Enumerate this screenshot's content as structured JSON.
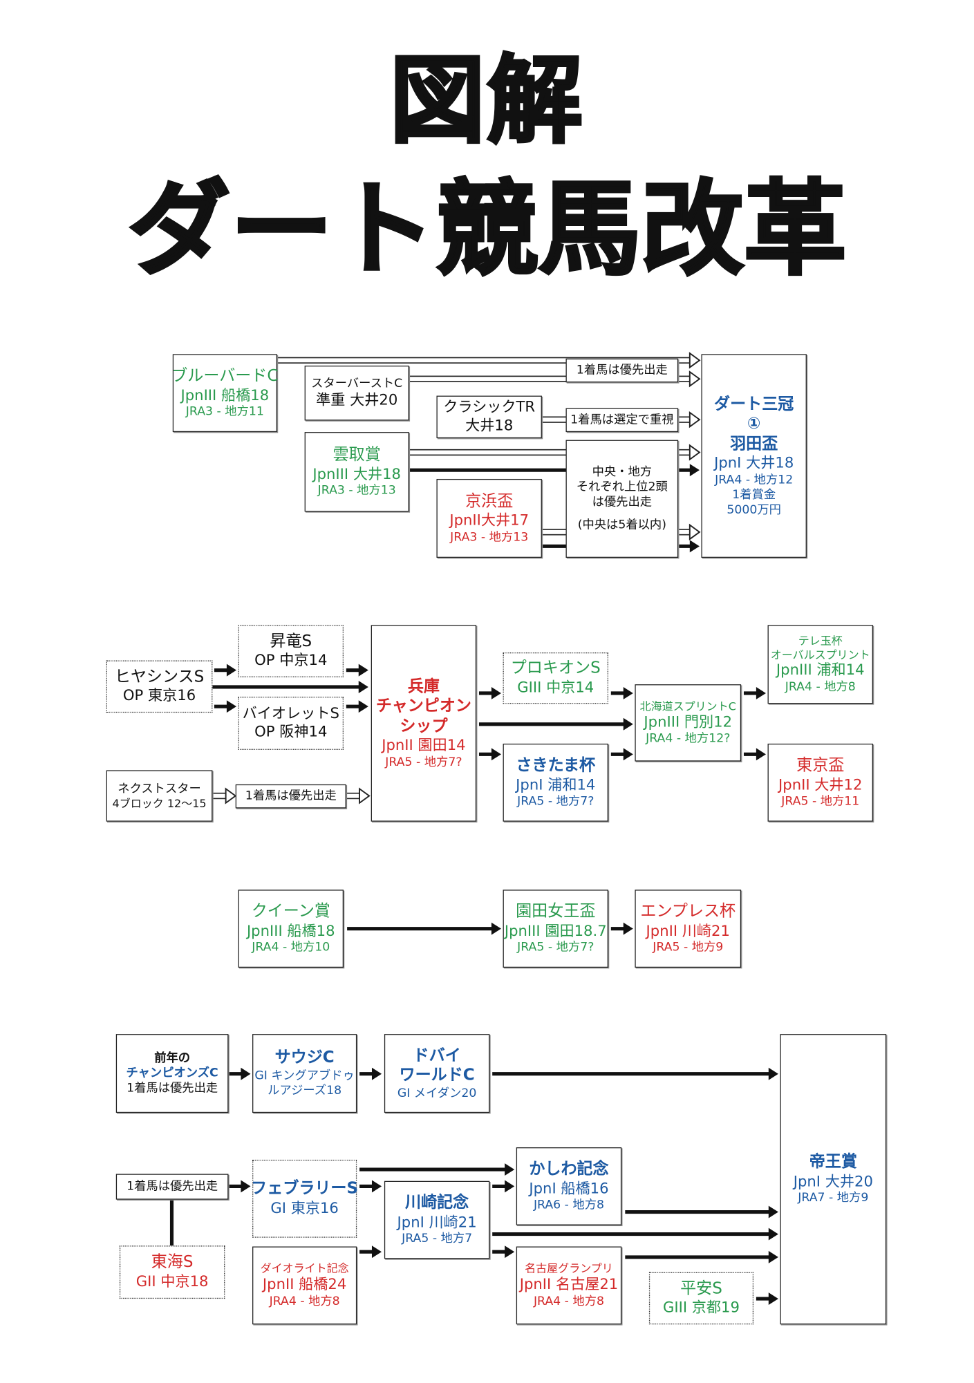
{
  "title": {
    "line1": "図解",
    "line2": "ダート競馬改革"
  },
  "colors": {
    "green": "#2a9a4e",
    "blue": "#1d5aa3",
    "red": "#d42a2a",
    "black": "#111111"
  },
  "boxes": [
    {
      "id": "bluebird",
      "name": "box-bluebird-cup",
      "lines": [
        {
          "text": "ブルーバードC",
          "color": "green"
        },
        {
          "text": "JpnIII  船橋18",
          "color": "green"
        },
        {
          "text": "JRA3 - 地方11",
          "color": "green"
        }
      ]
    },
    {
      "id": "starburst",
      "name": "box-starburst-cup",
      "lines": [
        {
          "text": "スターバーストC",
          "color": "black"
        },
        {
          "text": "準重 大井20",
          "color": "black"
        }
      ]
    },
    {
      "id": "classic",
      "name": "box-classic-trial",
      "lines": [
        {
          "text": "クラシックTR",
          "color": "black"
        },
        {
          "text": "大井18",
          "color": "black"
        }
      ]
    },
    {
      "id": "kumotori",
      "name": "box-kumotori-sho",
      "lines": [
        {
          "text": "雲取賞",
          "color": "green"
        },
        {
          "text": "JpnIII  大井18",
          "color": "green"
        },
        {
          "text": "JRA3 - 地方13",
          "color": "green"
        }
      ]
    },
    {
      "id": "keihin",
      "name": "box-keihin-hai",
      "lines": [
        {
          "text": "京浜盃",
          "color": "red"
        },
        {
          "text": "JpnII大井17",
          "color": "red"
        },
        {
          "text": "JRA3 - 地方13",
          "color": "red"
        }
      ]
    },
    {
      "id": "note1",
      "name": "note-priority-entry",
      "lines": [
        {
          "text": "1着馬は優先出走",
          "color": "black"
        }
      ]
    },
    {
      "id": "note2",
      "name": "note-selection-weighted",
      "lines": [
        {
          "text": "1着馬は選定で重視",
          "color": "black"
        }
      ]
    },
    {
      "id": "note3",
      "name": "note-top2-priority",
      "lines": [
        {
          "text": "中央・地方",
          "color": "black"
        },
        {
          "text": "それぞれ上位2頭",
          "color": "black"
        },
        {
          "text": "は優先出走",
          "color": "black"
        },
        {
          "text": "(中央は5着以内)",
          "color": "black"
        }
      ]
    },
    {
      "id": "haneda",
      "name": "box-dirt-triple-crown-haneda-hai",
      "lines": [
        {
          "text": "ダート三冠",
          "color": "blue"
        },
        {
          "text": "①",
          "color": "blue"
        },
        {
          "text": "羽田盃",
          "color": "blue"
        },
        {
          "text": "JpnI 大井18",
          "color": "blue"
        },
        {
          "text": "JRA4 - 地方12",
          "color": "blue"
        },
        {
          "text": "1着賞金",
          "color": "blue"
        },
        {
          "text": "5000万円",
          "color": "blue"
        }
      ]
    },
    {
      "id": "hyacinth",
      "name": "box-hyacinth-stakes",
      "lines": [
        {
          "text": "ヒヤシンスS",
          "color": "black"
        },
        {
          "text": "OP 東京16",
          "color": "black"
        }
      ]
    },
    {
      "id": "shoryu",
      "name": "box-shoryu-stakes",
      "lines": [
        {
          "text": "昇竜S",
          "color": "black"
        },
        {
          "text": "OP 中京14",
          "color": "black"
        }
      ]
    },
    {
      "id": "violet",
      "name": "box-violet-stakes",
      "lines": [
        {
          "text": "バイオレットS",
          "color": "black"
        },
        {
          "text": "OP 阪神14",
          "color": "black"
        }
      ]
    },
    {
      "id": "nextstar",
      "name": "box-next-star",
      "lines": [
        {
          "text": "ネクストスター",
          "color": "black"
        },
        {
          "text": "4ブロック 12〜15",
          "color": "black"
        }
      ]
    },
    {
      "id": "note4",
      "name": "note-priority-entry-2",
      "lines": [
        {
          "text": "1着馬は優先出走",
          "color": "black"
        }
      ]
    },
    {
      "id": "hyogo",
      "name": "box-hyogo-championship",
      "lines": [
        {
          "text": "兵庫",
          "color": "red"
        },
        {
          "text": "チャンピオン",
          "color": "red"
        },
        {
          "text": "シップ",
          "color": "red"
        },
        {
          "text": "JpnII 園田14",
          "color": "red"
        },
        {
          "text": "JRA5 - 地方7?",
          "color": "red"
        }
      ]
    },
    {
      "id": "procyon",
      "name": "box-procyon-stakes",
      "lines": [
        {
          "text": "プロキオンS",
          "color": "green"
        },
        {
          "text": "GIII 中京14",
          "color": "green"
        }
      ]
    },
    {
      "id": "sakitama",
      "name": "box-sakitama-hai",
      "lines": [
        {
          "text": "さきたま杯",
          "color": "blue"
        },
        {
          "text": "JpnI 浦和14",
          "color": "blue"
        },
        {
          "text": "JRA5 - 地方7?",
          "color": "blue"
        }
      ]
    },
    {
      "id": "hokkaido",
      "name": "box-hokkaido-sprint-cup",
      "lines": [
        {
          "text": "北海道スプリントC",
          "color": "green"
        },
        {
          "text": "JpnIII 門別12",
          "color": "green"
        },
        {
          "text": "JRA4 - 地方12?",
          "color": "green"
        }
      ]
    },
    {
      "id": "teletama",
      "name": "box-teletama-oval-sprint",
      "lines": [
        {
          "text": "テレ玉杯",
          "color": "green"
        },
        {
          "text": "オーバルスプリント",
          "color": "green"
        },
        {
          "text": "JpnIII 浦和14",
          "color": "green"
        },
        {
          "text": "JRA4 - 地方8",
          "color": "green"
        }
      ]
    },
    {
      "id": "tokyohai",
      "name": "box-tokyo-hai",
      "lines": [
        {
          "text": "東京盃",
          "color": "red"
        },
        {
          "text": "JpnII 大井12",
          "color": "red"
        },
        {
          "text": "JRA5 - 地方11",
          "color": "red"
        }
      ]
    },
    {
      "id": "queen",
      "name": "box-queen-sho",
      "lines": [
        {
          "text": "クイーン賞",
          "color": "green"
        },
        {
          "text": "JpnIII 船橋18",
          "color": "green"
        },
        {
          "text": "JRA4 - 地方10",
          "color": "green"
        }
      ]
    },
    {
      "id": "sonodajoou",
      "name": "box-sonoda-joou-hai",
      "lines": [
        {
          "text": "園田女王盃",
          "color": "green"
        },
        {
          "text": "JpnIII 園田18.7",
          "color": "green"
        },
        {
          "text": "JRA5 - 地方7?",
          "color": "green"
        }
      ]
    },
    {
      "id": "empress",
      "name": "box-empress-hai",
      "lines": [
        {
          "text": "エンプレス杯",
          "color": "red"
        },
        {
          "text": "JpnII 川崎21",
          "color": "red"
        },
        {
          "text": "JRA5 - 地方9",
          "color": "red"
        }
      ]
    },
    {
      "id": "champions",
      "name": "box-previous-champions-cup",
      "lines": [
        {
          "text": "前年の",
          "color": "black"
        },
        {
          "text": "チャンピオンズC",
          "color": "blue"
        },
        {
          "text": "1着馬は優先出走",
          "color": "black"
        }
      ]
    },
    {
      "id": "saudi",
      "name": "box-saudi-cup",
      "lines": [
        {
          "text": "サウジC",
          "color": "blue"
        },
        {
          "text": "GI キングアブドゥ",
          "color": "blue"
        },
        {
          "text": "ルアジーズ18",
          "color": "blue"
        }
      ]
    },
    {
      "id": "dubai",
      "name": "box-dubai-world-cup",
      "lines": [
        {
          "text": "ドバイ",
          "color": "blue"
        },
        {
          "text": "ワールドC",
          "color": "blue"
        },
        {
          "text": "GI メイダン20",
          "color": "blue"
        }
      ]
    },
    {
      "id": "teio",
      "name": "box-teio-sho",
      "lines": [
        {
          "text": "帝王賞",
          "color": "blue"
        },
        {
          "text": "JpnI 大井20",
          "color": "blue"
        },
        {
          "text": "JRA7 - 地方9",
          "color": "blue"
        }
      ]
    },
    {
      "id": "note5",
      "name": "note-priority-entry-3",
      "lines": [
        {
          "text": "1着馬は優先出走",
          "color": "black"
        }
      ]
    },
    {
      "id": "tokai",
      "name": "box-tokai-stakes",
      "lines": [
        {
          "text": "東海S",
          "color": "red"
        },
        {
          "text": "GII 中京18",
          "color": "red"
        }
      ]
    },
    {
      "id": "february",
      "name": "box-february-stakes",
      "lines": [
        {
          "text": "フェブラリーS",
          "color": "blue"
        },
        {
          "text": "GI 東京16",
          "color": "blue"
        }
      ]
    },
    {
      "id": "diolite",
      "name": "box-diolite-kinen",
      "lines": [
        {
          "text": "ダイオライト記念",
          "color": "red"
        },
        {
          "text": "JpnII 船橋24",
          "color": "red"
        },
        {
          "text": "JRA4 - 地方8",
          "color": "red"
        }
      ]
    },
    {
      "id": "kawasaki",
      "name": "box-kawasaki-kinen",
      "lines": [
        {
          "text": "川崎記念",
          "color": "blue"
        },
        {
          "text": "JpnI 川崎21",
          "color": "blue"
        },
        {
          "text": "JRA5 - 地方7",
          "color": "blue"
        }
      ]
    },
    {
      "id": "kashiwa",
      "name": "box-kashiwa-kinen",
      "lines": [
        {
          "text": "かしわ記念",
          "color": "blue"
        },
        {
          "text": "JpnI 船橋16",
          "color": "blue"
        },
        {
          "text": "JRA6 - 地方8",
          "color": "blue"
        }
      ]
    },
    {
      "id": "nagoya",
      "name": "box-nagoya-grand-prix",
      "lines": [
        {
          "text": "名古屋グランプリ",
          "color": "red"
        },
        {
          "text": "JpnII 名古屋21",
          "color": "red"
        },
        {
          "text": "JRA4 - 地方8",
          "color": "red"
        }
      ]
    },
    {
      "id": "heian",
      "name": "box-heian-stakes",
      "lines": [
        {
          "text": "平安S",
          "color": "green"
        },
        {
          "text": "GIII 京都19",
          "color": "green"
        }
      ]
    }
  ]
}
